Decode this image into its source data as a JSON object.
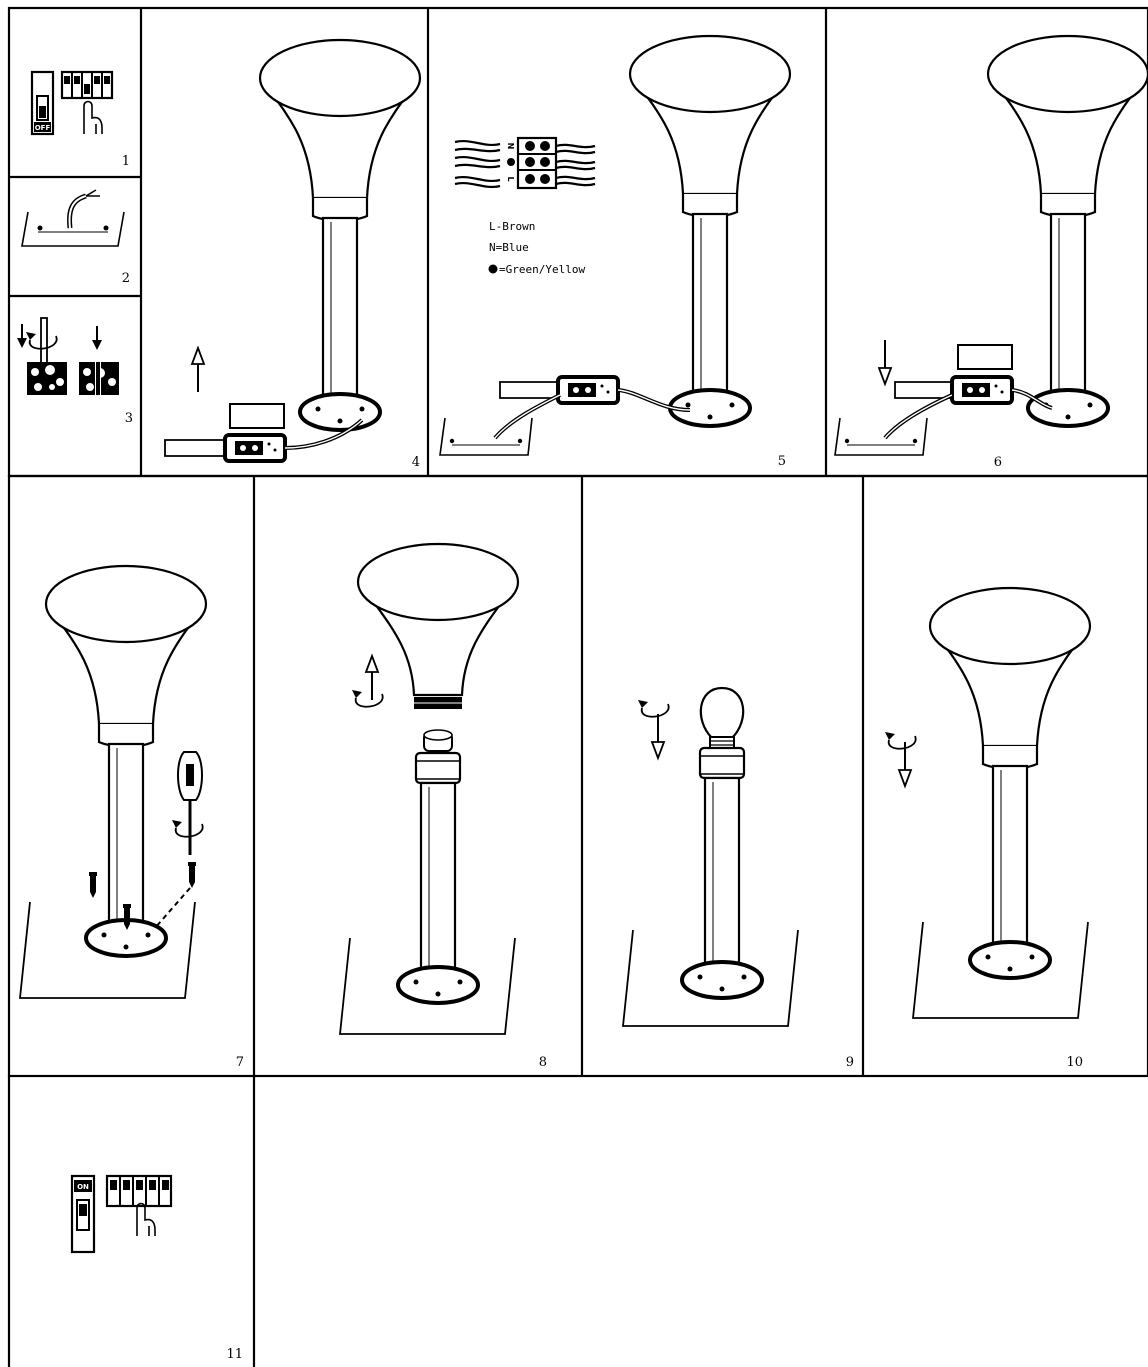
{
  "panels": [
    {
      "id": "1",
      "label": "1"
    },
    {
      "id": "2",
      "label": "2"
    },
    {
      "id": "3",
      "label": "3"
    },
    {
      "id": "4",
      "label": "4"
    },
    {
      "id": "5",
      "label": "5"
    },
    {
      "id": "6",
      "label": "6"
    },
    {
      "id": "7",
      "label": "7"
    },
    {
      "id": "8",
      "label": "8"
    },
    {
      "id": "9",
      "label": "9"
    },
    {
      "id": "10",
      "label": "10"
    },
    {
      "id": "11",
      "label": "11"
    }
  ],
  "wiring": {
    "terminal_letters": [
      "N",
      "L"
    ],
    "legend": [
      "L-Brown",
      "N=Blue",
      "=Green/Yellow"
    ]
  },
  "switch": {
    "off_label": "OFF",
    "on_label": "ON"
  }
}
